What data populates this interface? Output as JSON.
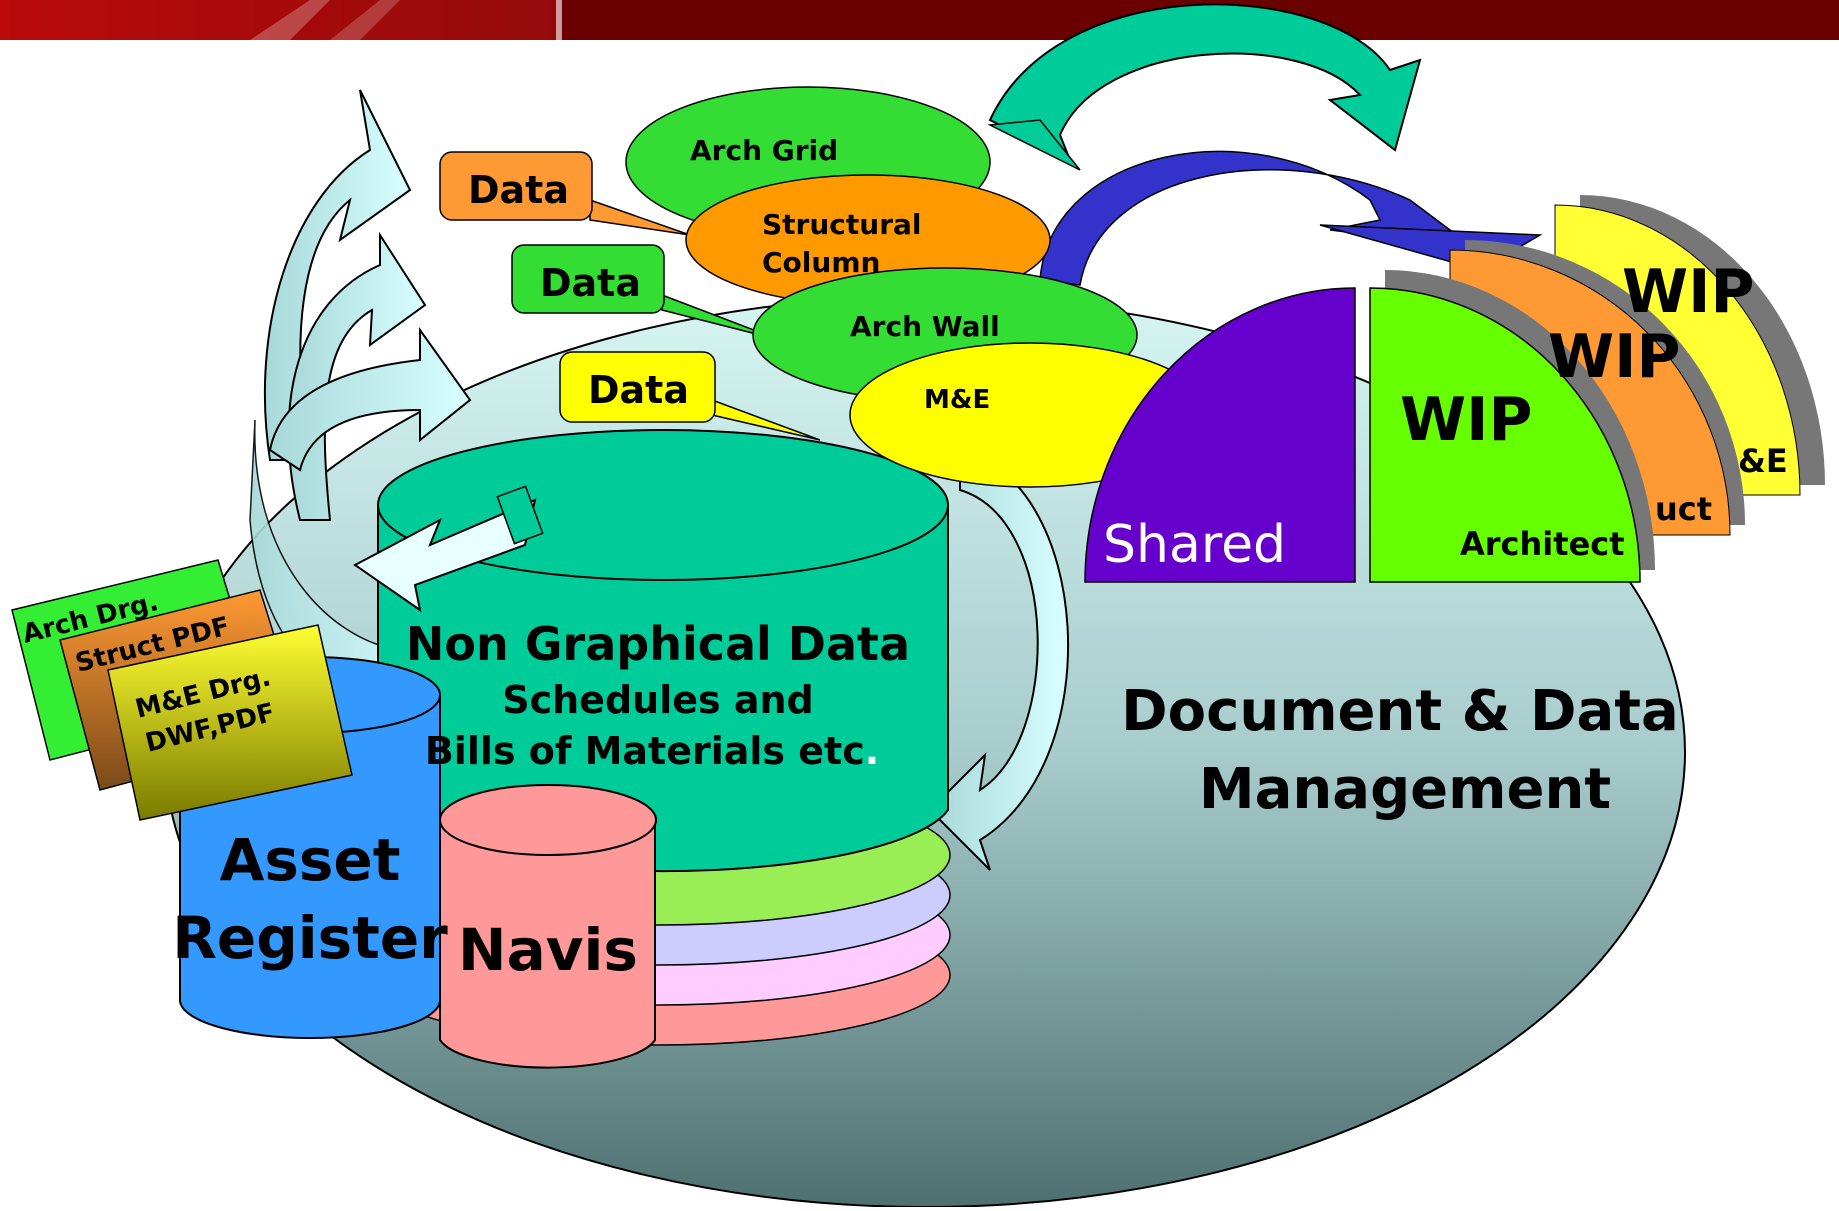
{
  "diagram": {
    "ellipse_labels": {
      "arch_grid": "Arch Grid",
      "structural_line1": "Structural",
      "structural_line2": "Column",
      "arch_wall": "Arch Wall",
      "me": "M&E"
    },
    "callouts": {
      "data_orange": "Data",
      "data_green": "Data",
      "data_yellow": "Data"
    },
    "cylinder": {
      "title": "Non Graphical Data",
      "line2": "Schedules and",
      "line3": "Bills of Materials etc",
      "line3_dot": "."
    },
    "asset_register": {
      "line1": "Asset",
      "line2": "Register"
    },
    "navis": "Navis",
    "drawings": {
      "arch": "Arch Drg.",
      "struct": "Struct PDF",
      "me_line1": "M&E Drg.",
      "me_line2": "DWF,PDF"
    },
    "quadrants": {
      "shared": "Shared",
      "wip_architect": "WIP",
      "architect": "Architect",
      "wip_struct": "WIP",
      "struct_fragment": "uct",
      "wip_me": "WIP",
      "me_fragment": "&E"
    },
    "ddm": {
      "line1": "Document & Data",
      "line2": "Management"
    }
  },
  "colors": {
    "header": "#7a0000",
    "cylinder_teal": "#00cc99",
    "asset_blue": "#3399ff",
    "navis_pink": "#ff9999",
    "shared_purple": "#6600cc",
    "wip_green": "#66ff00",
    "wip_orange": "#ff9933",
    "wip_yellow": "#ffff33",
    "arrow_blue": "#3333cc",
    "arrow_teal": "#00cc99"
  }
}
